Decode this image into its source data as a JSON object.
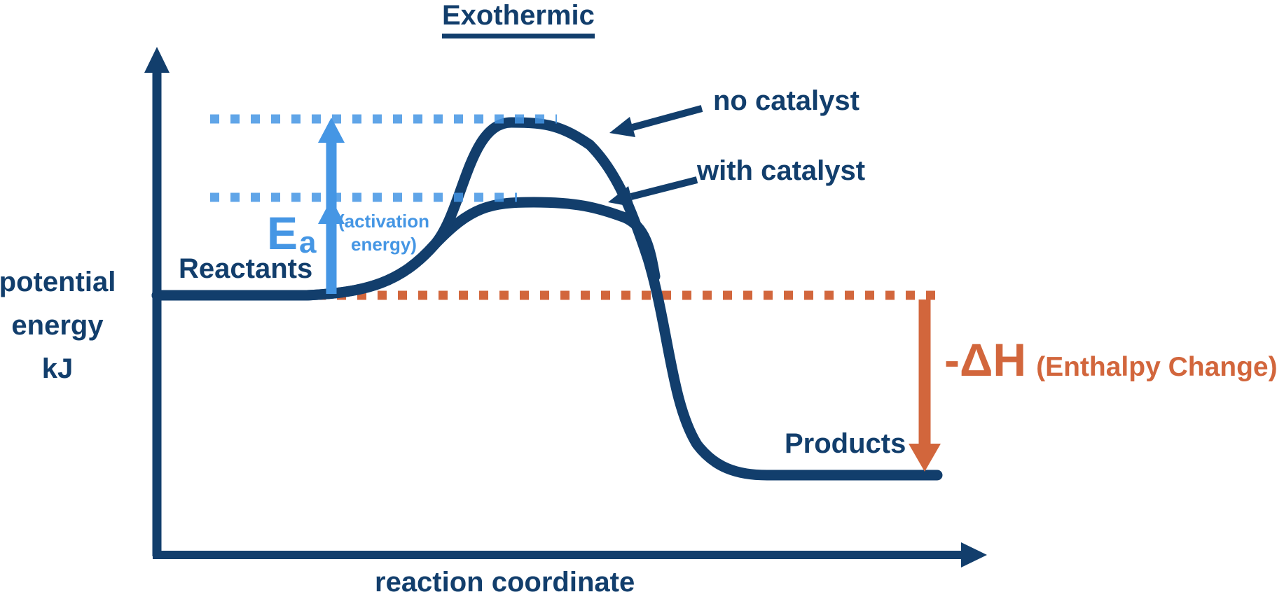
{
  "title": "Exothermic",
  "y_axis": {
    "label_lines": [
      "potential",
      "energy",
      "kJ"
    ]
  },
  "x_axis": {
    "label": "reaction coordinate"
  },
  "labels": {
    "reactants": "Reactants",
    "products": "Products",
    "no_catalyst": "no catalyst",
    "with_catalyst": "with catalyst",
    "ea_symbol": "E",
    "ea_subscript": "a",
    "activation_line1": "(activation",
    "activation_line2": "energy)",
    "delta_h": "-ΔH",
    "enthalpy_note": "(Enthalpy Change)"
  },
  "colors": {
    "navy": "#123e6c",
    "light_blue": "#4596e4",
    "orange": "#d2663c"
  },
  "chart_data": {
    "type": "line",
    "title": "Exothermic",
    "xlabel": "reaction coordinate",
    "ylabel": "potential energy kJ",
    "qualitative": true,
    "series": [
      {
        "name": "no catalyst",
        "description": "reactants plateau rises to a high activation-energy peak (upper dotted level), then falls to the lower products plateau"
      },
      {
        "name": "with catalyst",
        "description": "same reactants and products plateaus but a lower activation-energy peak (lower dotted level)"
      }
    ],
    "annotations": [
      "Ea (activation energy) arrow from reactant level up to both peak levels",
      "-ΔH (Enthalpy Change) arrow from reactant level down to product level",
      "Reactants plateau higher than Products plateau (exothermic, negative ΔH)"
    ],
    "legend_position": "arrows pointing at each curve",
    "grid": false
  }
}
